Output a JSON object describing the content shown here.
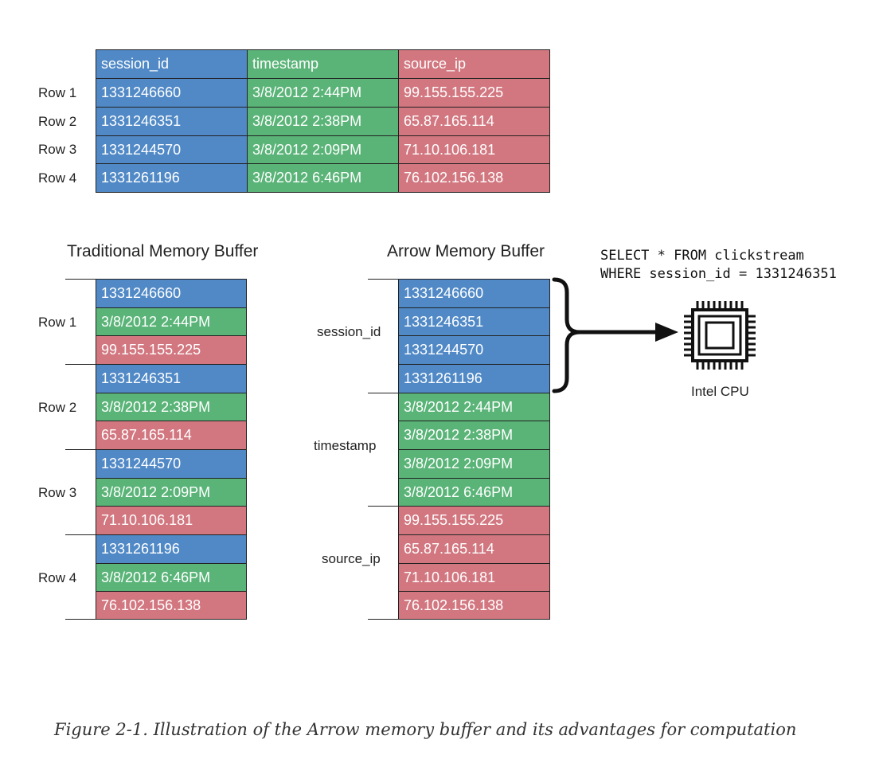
{
  "top_table": {
    "headers": [
      "session_id",
      "timestamp",
      "source_ip"
    ],
    "rows": [
      {
        "label": "Row 1",
        "session_id": "1331246660",
        "timestamp": "3/8/2012 2:44PM",
        "source_ip": "99.155.155.225"
      },
      {
        "label": "Row 2",
        "session_id": "1331246351",
        "timestamp": "3/8/2012 2:38PM",
        "source_ip": "65.87.165.114"
      },
      {
        "label": "Row 3",
        "session_id": "1331244570",
        "timestamp": "3/8/2012 2:09PM",
        "source_ip": "71.10.106.181"
      },
      {
        "label": "Row 4",
        "session_id": "1331261196",
        "timestamp": "3/8/2012 6:46PM",
        "source_ip": "76.102.156.138"
      }
    ]
  },
  "traditional": {
    "title": "Traditional Memory Buffer"
  },
  "arrow": {
    "title": "Arrow Memory Buffer",
    "groups": [
      "session_id",
      "timestamp",
      "source_ip"
    ]
  },
  "query": {
    "line1": "SELECT * FROM clickstream",
    "line2": "WHERE session_id = 1331246351"
  },
  "cpu": {
    "label": "Intel CPU",
    "icon": "cpu-chip-icon"
  },
  "caption": "Figure 2-1. Illustration of the Arrow memory buffer and its advantages for computation",
  "colors": {
    "session_id": "#5089c6",
    "timestamp": "#5ab478",
    "source_ip": "#d27780",
    "border": "#222222"
  }
}
